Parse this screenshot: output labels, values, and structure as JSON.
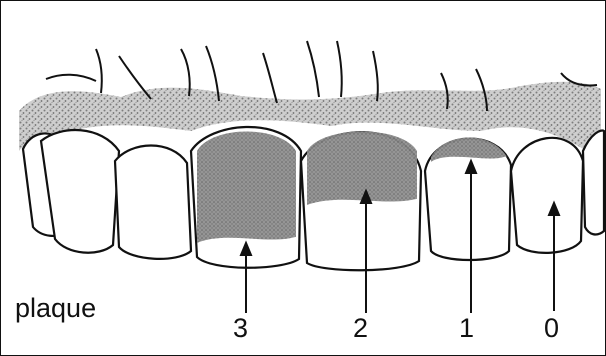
{
  "diagram": {
    "label": "plaque",
    "scores": [
      {
        "value": "3",
        "plaque_coverage": 0.85
      },
      {
        "value": "2",
        "plaque_coverage": 0.55
      },
      {
        "value": "1",
        "plaque_coverage": 0.22
      },
      {
        "value": "0",
        "plaque_coverage": 0.0
      }
    ],
    "colors": {
      "outline": "#111111",
      "plaque_shade": "#8c8c8c",
      "gum_stipple": "#9a9a9a",
      "background": "#ffffff"
    }
  }
}
